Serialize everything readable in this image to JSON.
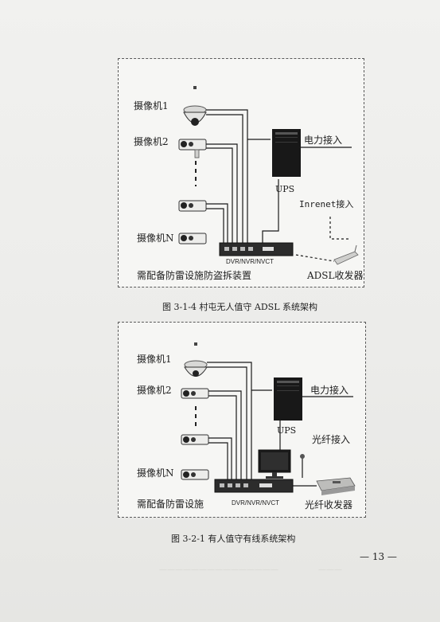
{
  "figure1": {
    "cameras": [
      "摄像机1",
      "摄像机2",
      "摄像机N"
    ],
    "ups_label": "UPS",
    "power_label": "电力接入",
    "internet_label": "Inrenet接入",
    "recorder_label": "DVR/NVR/NVCT",
    "protection_label": "需配备防雷设施防盗拆装置",
    "modem_label": "ADSL收发器",
    "caption": "图 3-1-4   村屯无人值守  ADSL 系统架构"
  },
  "figure2": {
    "cameras": [
      "摄像机1",
      "摄像机2",
      "摄像机N"
    ],
    "ups_label": "UPS",
    "power_label": "电力接入",
    "fiber_label": "光纤接入",
    "recorder_label": "DVR/NVR/NVCT",
    "protection_label": "需配备防雷设施",
    "transceiver_label": "光纤收发器",
    "caption": "图 3-2-1   有人值守有线系统架构"
  },
  "page_number": "— 13 —",
  "colors": {
    "paper": "#eeeeec",
    "ink": "#1e1e1e",
    "border": "#5a5a5a"
  }
}
